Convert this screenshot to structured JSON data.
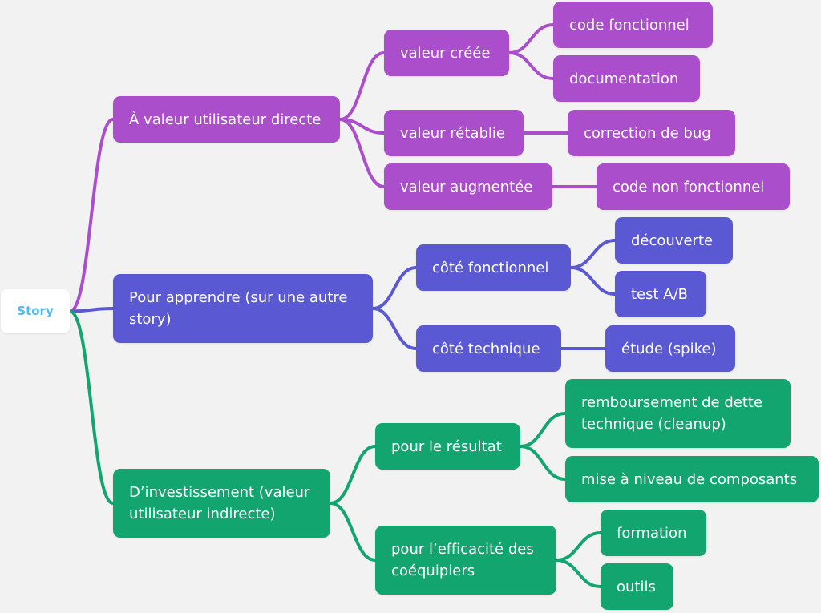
{
  "colors": {
    "purple": "#ab4ecb",
    "blue": "#5a58d2",
    "green": "#13a56f",
    "root_text": "#54b8ec",
    "background": "#f2f2f2"
  },
  "root": {
    "label": "Story"
  },
  "branches": [
    {
      "label": "À valeur utilisateur directe",
      "color": "purple",
      "children": [
        {
          "label": "valeur créée",
          "children": [
            {
              "label": "code fonctionnel"
            },
            {
              "label": "documentation"
            }
          ]
        },
        {
          "label": "valeur rétablie",
          "children": [
            {
              "label": "correction de bug"
            }
          ]
        },
        {
          "label": "valeur augmentée",
          "children": [
            {
              "label": "code non fonctionnel"
            }
          ]
        }
      ]
    },
    {
      "label": "Pour apprendre (sur une autre story)",
      "color": "blue",
      "children": [
        {
          "label": "côté fonctionnel",
          "children": [
            {
              "label": "découverte"
            },
            {
              "label": "test A/B"
            }
          ]
        },
        {
          "label": "côté technique",
          "children": [
            {
              "label": "étude (spike)"
            }
          ]
        }
      ]
    },
    {
      "label": "D’investissement (valeur utilisateur indirecte)",
      "color": "green",
      "children": [
        {
          "label": "pour le résultat",
          "children": [
            {
              "label": "remboursement de dette technique (cleanup)"
            },
            {
              "label": "mise à niveau de composants"
            }
          ]
        },
        {
          "label": "pour l’efficacité des coéquipiers",
          "children": [
            {
              "label": "formation"
            },
            {
              "label": "outils"
            }
          ]
        }
      ]
    }
  ]
}
